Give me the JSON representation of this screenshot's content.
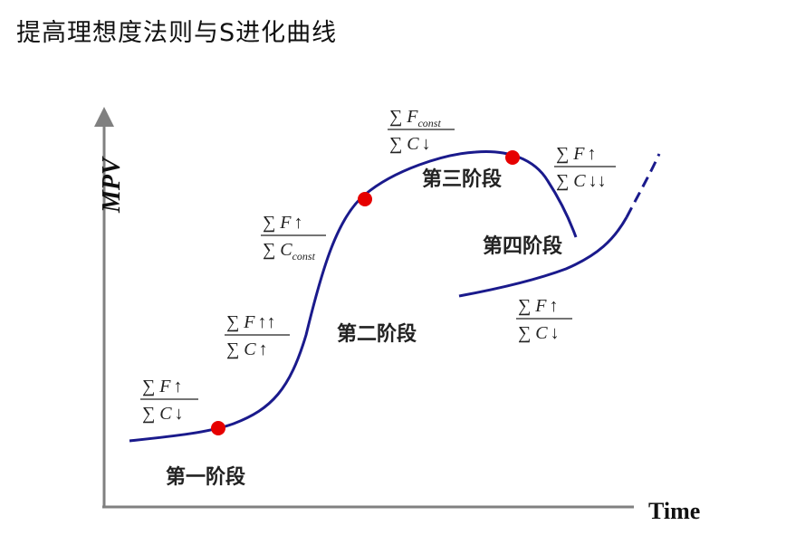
{
  "title": "提高理想度法则与S进化曲线",
  "axes": {
    "y_label": "MPV",
    "x_label": "Time"
  },
  "stages": [
    {
      "label": "第一阶段"
    },
    {
      "label": "第二阶段"
    },
    {
      "label": "第三阶段"
    },
    {
      "label": "第四阶段"
    }
  ],
  "formulas": [
    {
      "num_sym": "F",
      "num_sub": "",
      "num_arrow": "↑",
      "den_sym": "C",
      "den_sub": "",
      "den_arrow": "↓"
    },
    {
      "num_sym": "F",
      "num_sub": "",
      "num_arrow": "↑↑",
      "den_sym": "C",
      "den_sub": "",
      "den_arrow": "↑"
    },
    {
      "num_sym": "F",
      "num_sub": "",
      "num_arrow": "↑",
      "den_sym": "C",
      "den_sub": "const",
      "den_arrow": ""
    },
    {
      "num_sym": "F",
      "num_sub": "const",
      "num_arrow": "",
      "den_sym": "C",
      "den_sub": "",
      "den_arrow": "↓"
    },
    {
      "num_sym": "F",
      "num_sub": "",
      "num_arrow": "↑",
      "den_sym": "C",
      "den_sub": "",
      "den_arrow": "↓↓"
    },
    {
      "num_sym": "F",
      "num_sub": "",
      "num_arrow": "↑",
      "den_sym": "C",
      "den_sub": "",
      "den_arrow": "↓"
    }
  ],
  "colors": {
    "curve": "#1a1a8c",
    "point": "#e60000",
    "axis": "#808080"
  }
}
